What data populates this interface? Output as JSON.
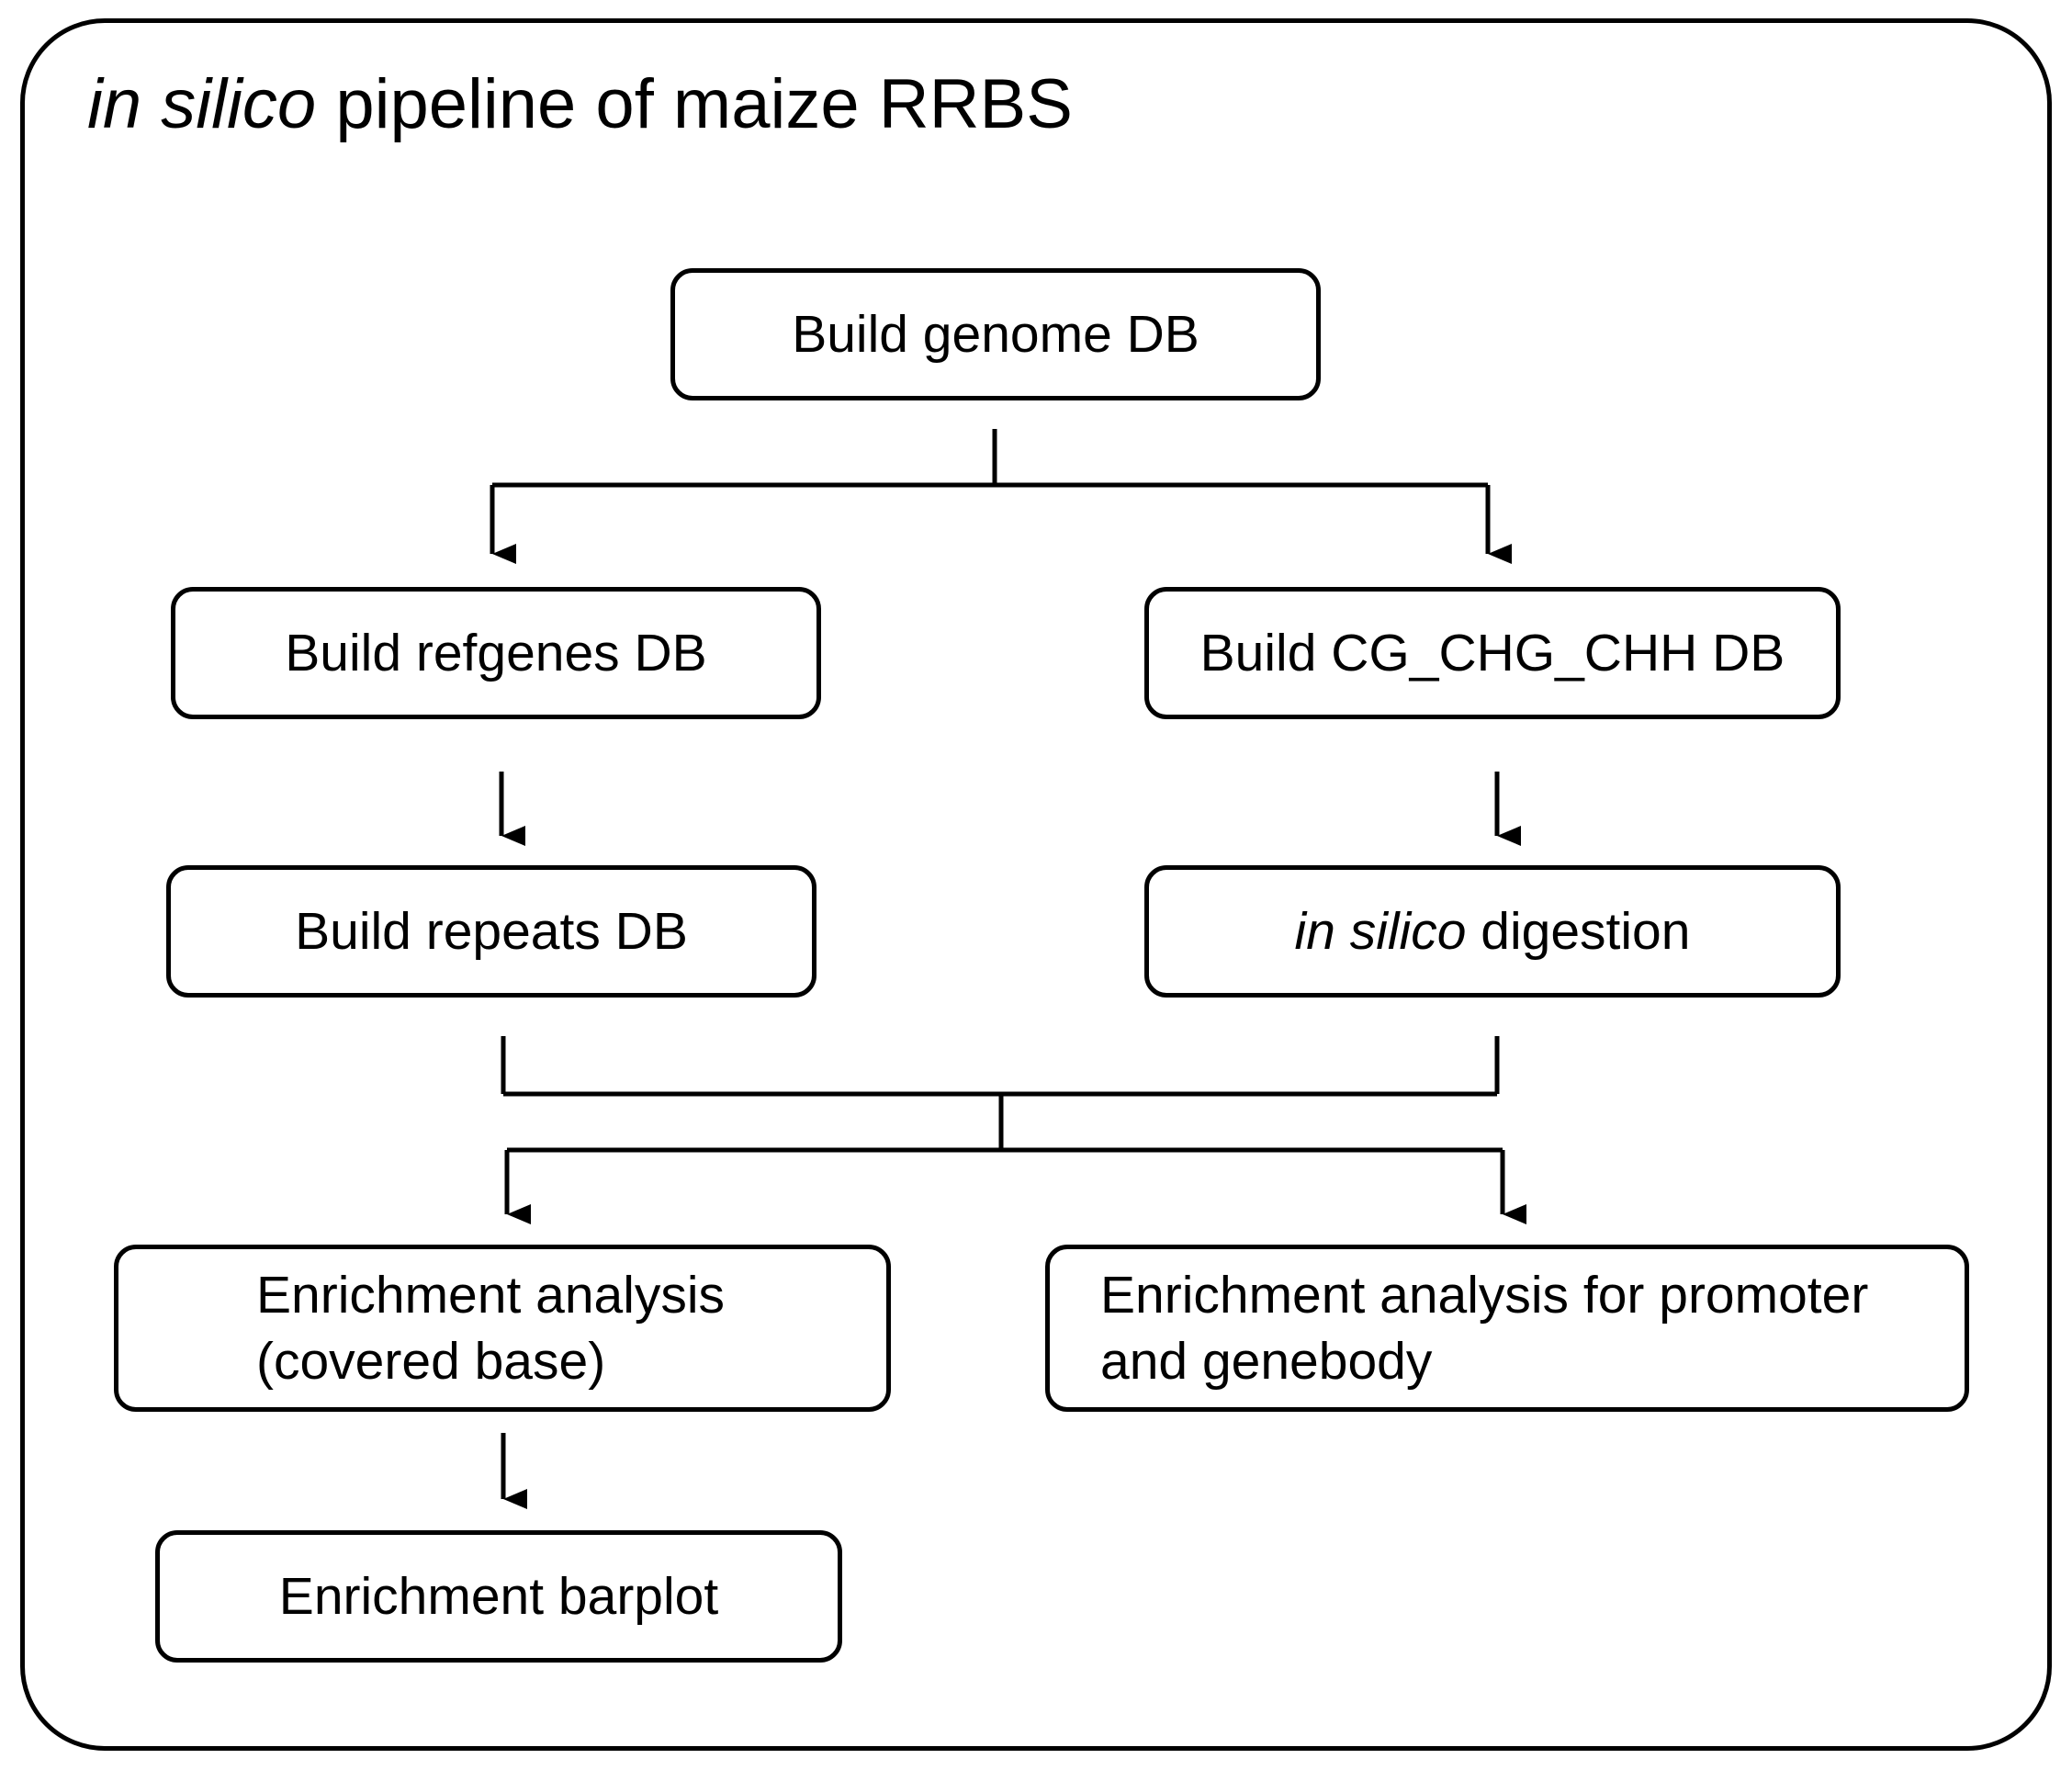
{
  "title": {
    "italic": "in silico",
    "rest": " pipeline of maize RRBS"
  },
  "nodes": {
    "genome": "Build genome DB",
    "refgenes": "Build refgenes DB",
    "cg": "Build CG_CHG_CHH DB",
    "repeats": "Build repeats DB",
    "digestion": {
      "italic": "in silico",
      "rest": " digestion"
    },
    "enrich_covered": {
      "line1": "Enrichment analysis",
      "line2": "(covered base)"
    },
    "enrich_promoter": {
      "line1": "Enrichment analysis for promoter",
      "line2": "and genebody"
    },
    "barplot": "Enrichment barplot"
  },
  "colors": {
    "stroke": "#000000",
    "background": "#ffffff"
  }
}
